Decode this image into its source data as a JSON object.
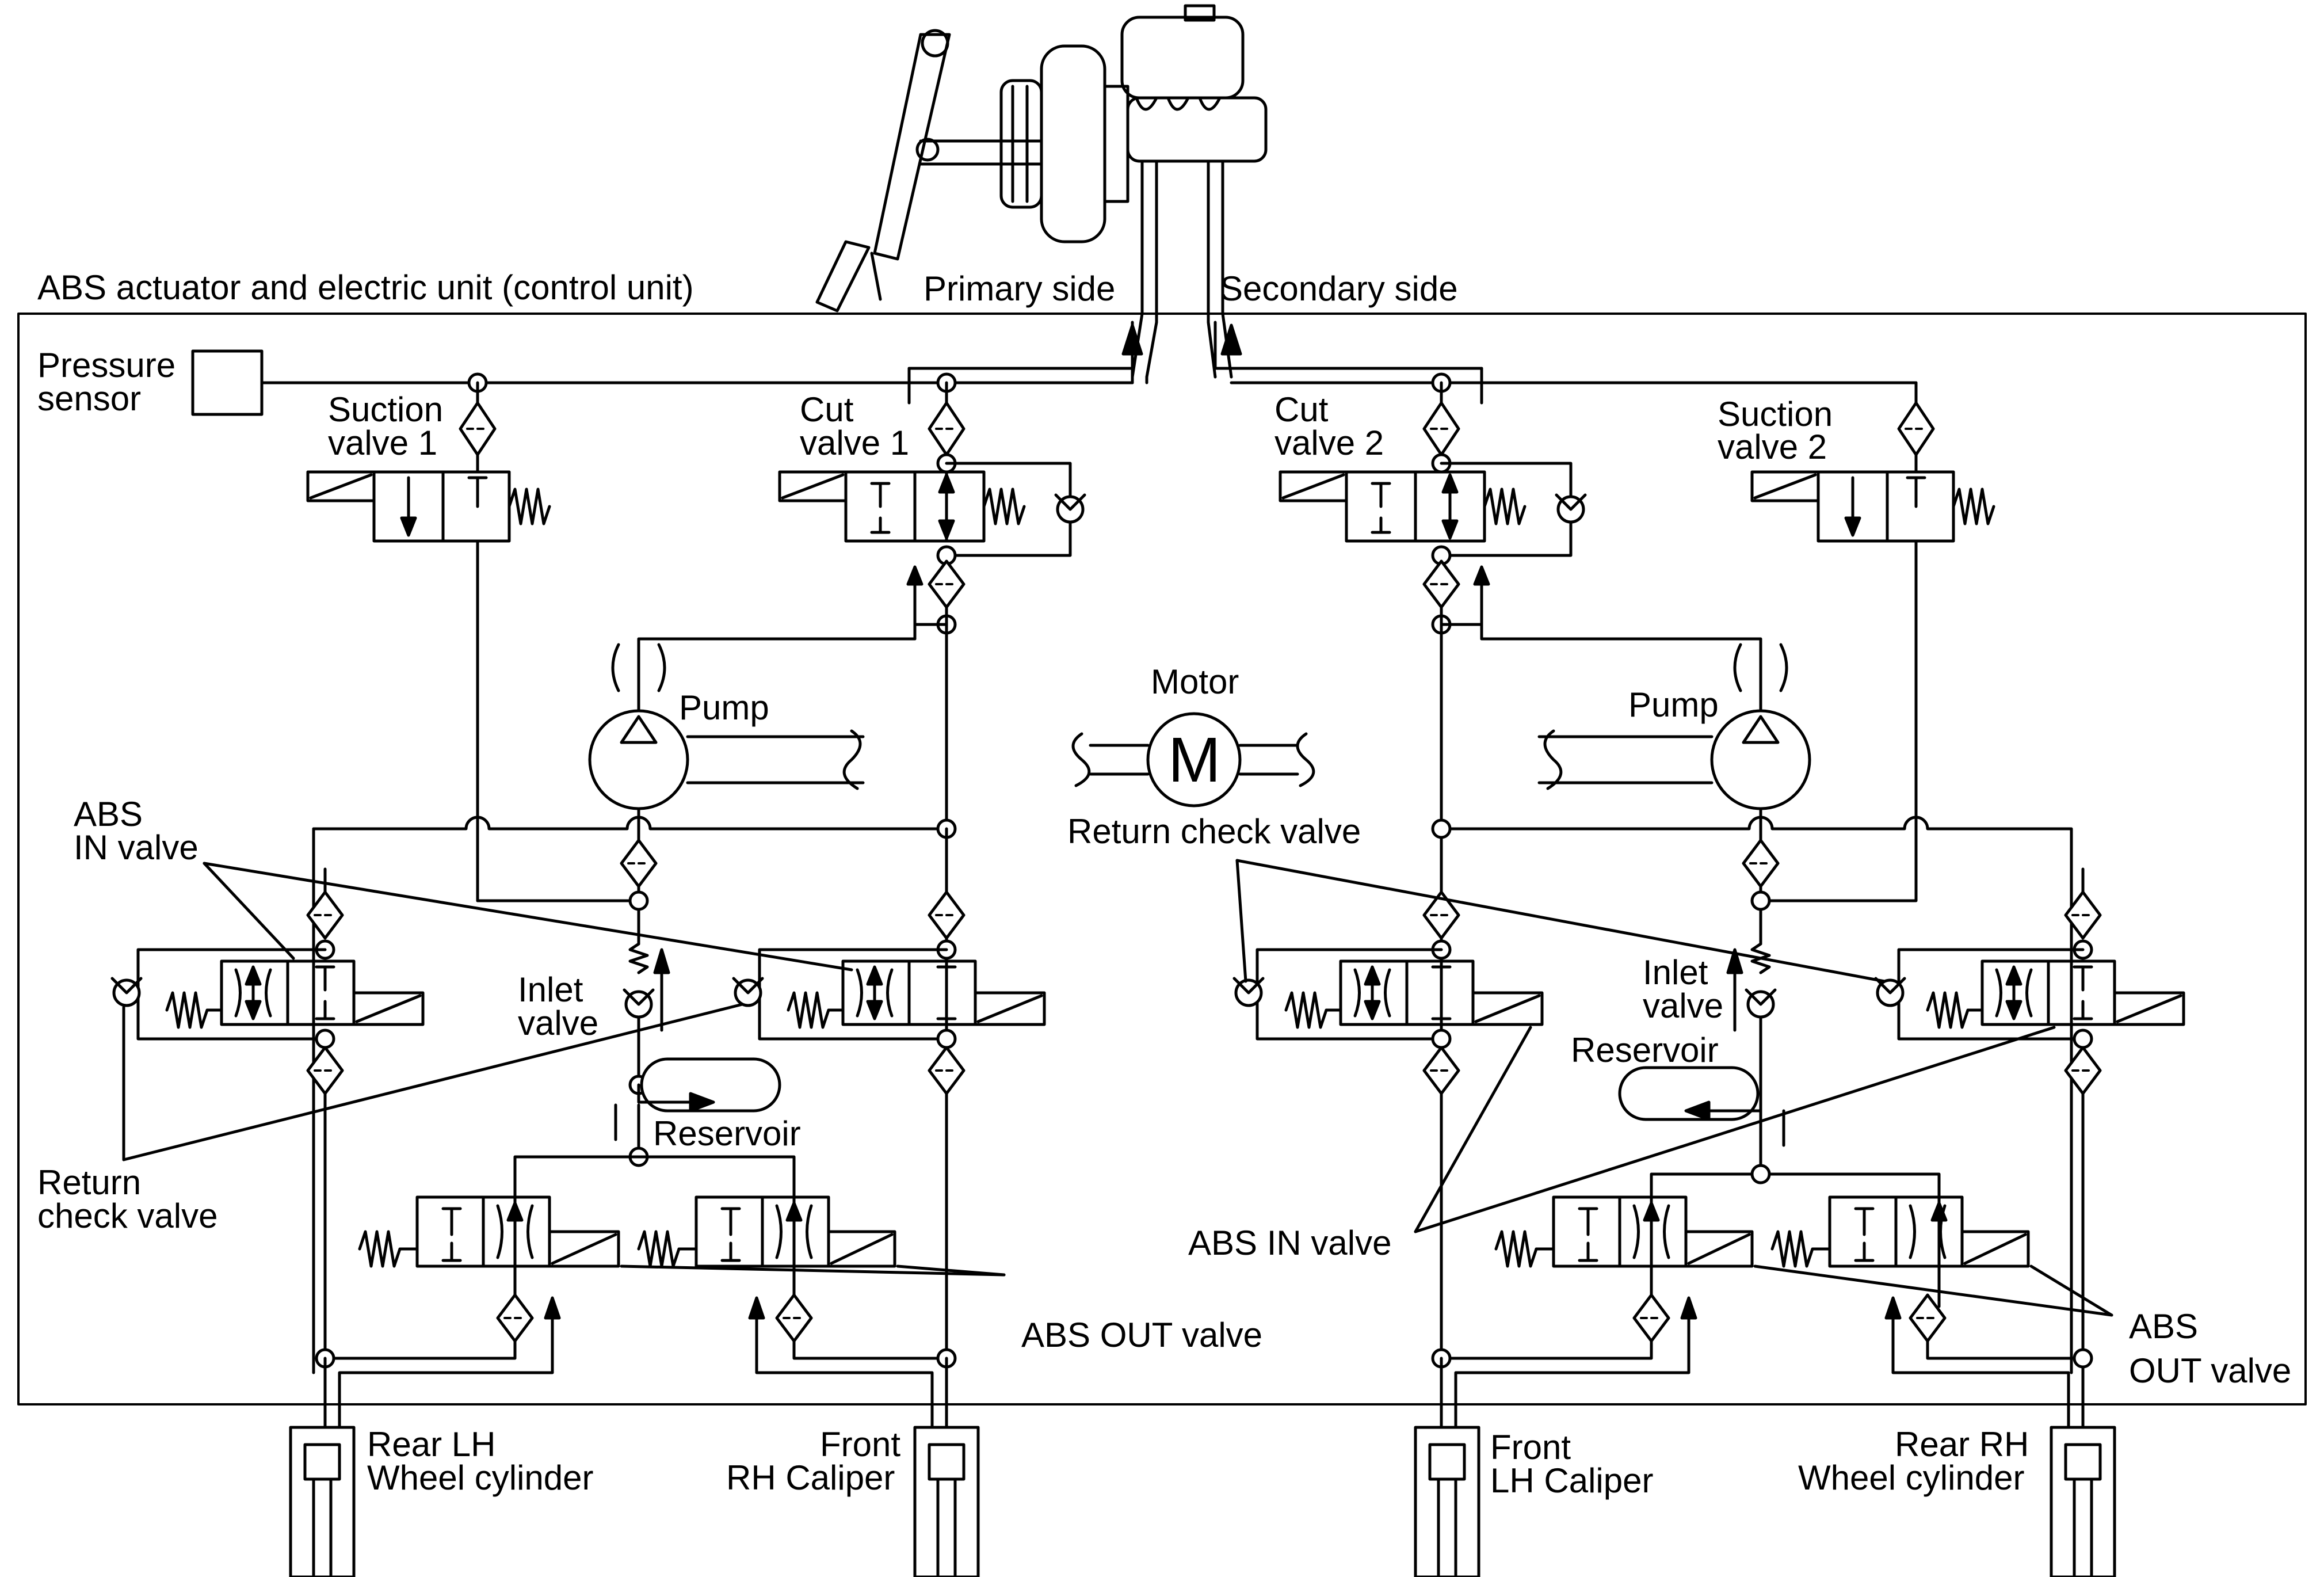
{
  "labels": {
    "unit_title": "ABS actuator and electric unit (control unit)",
    "primary_side": "Primary side",
    "secondary_side": "Secondary side",
    "pressure_sensor_1": "Pressure",
    "pressure_sensor_2": "sensor",
    "suction_valve_1_a": "Suction",
    "suction_valve_1_b": "valve 1",
    "cut_valve_1_a": "Cut",
    "cut_valve_1_b": "valve 1",
    "cut_valve_2_a": "Cut",
    "cut_valve_2_b": "valve 2",
    "suction_valve_2_a": "Suction",
    "suction_valve_2_b": "valve 2",
    "pump_left": "Pump",
    "pump_right": "Pump",
    "motor": "Motor",
    "motor_symbol": "M",
    "return_check_valve_center": "Return check valve",
    "abs_in_valve_left_a": "ABS",
    "abs_in_valve_left_b": "IN valve",
    "inlet_valve_left_a": "Inlet",
    "inlet_valve_left_b": "valve",
    "reservoir_left": "Reservoir",
    "return_check_valve_left_a": "Return",
    "return_check_valve_left_b": "check valve",
    "abs_out_valve_left": "ABS OUT valve",
    "inlet_valve_right_a": "Inlet",
    "inlet_valve_right_b": "valve",
    "reservoir_right": "Reservoir",
    "abs_in_valve_right": "ABS IN valve",
    "abs_out_valve_right_a": "ABS",
    "abs_out_valve_right_b": "OUT valve",
    "rear_lh_a": "Rear LH",
    "rear_lh_b": "Wheel cylinder",
    "front_rh_a": "Front",
    "front_rh_b": "RH Caliper",
    "front_lh_a": "Front",
    "front_lh_b": "LH Caliper",
    "rear_rh_a": "Rear RH",
    "rear_rh_b": "Wheel cylinder"
  }
}
